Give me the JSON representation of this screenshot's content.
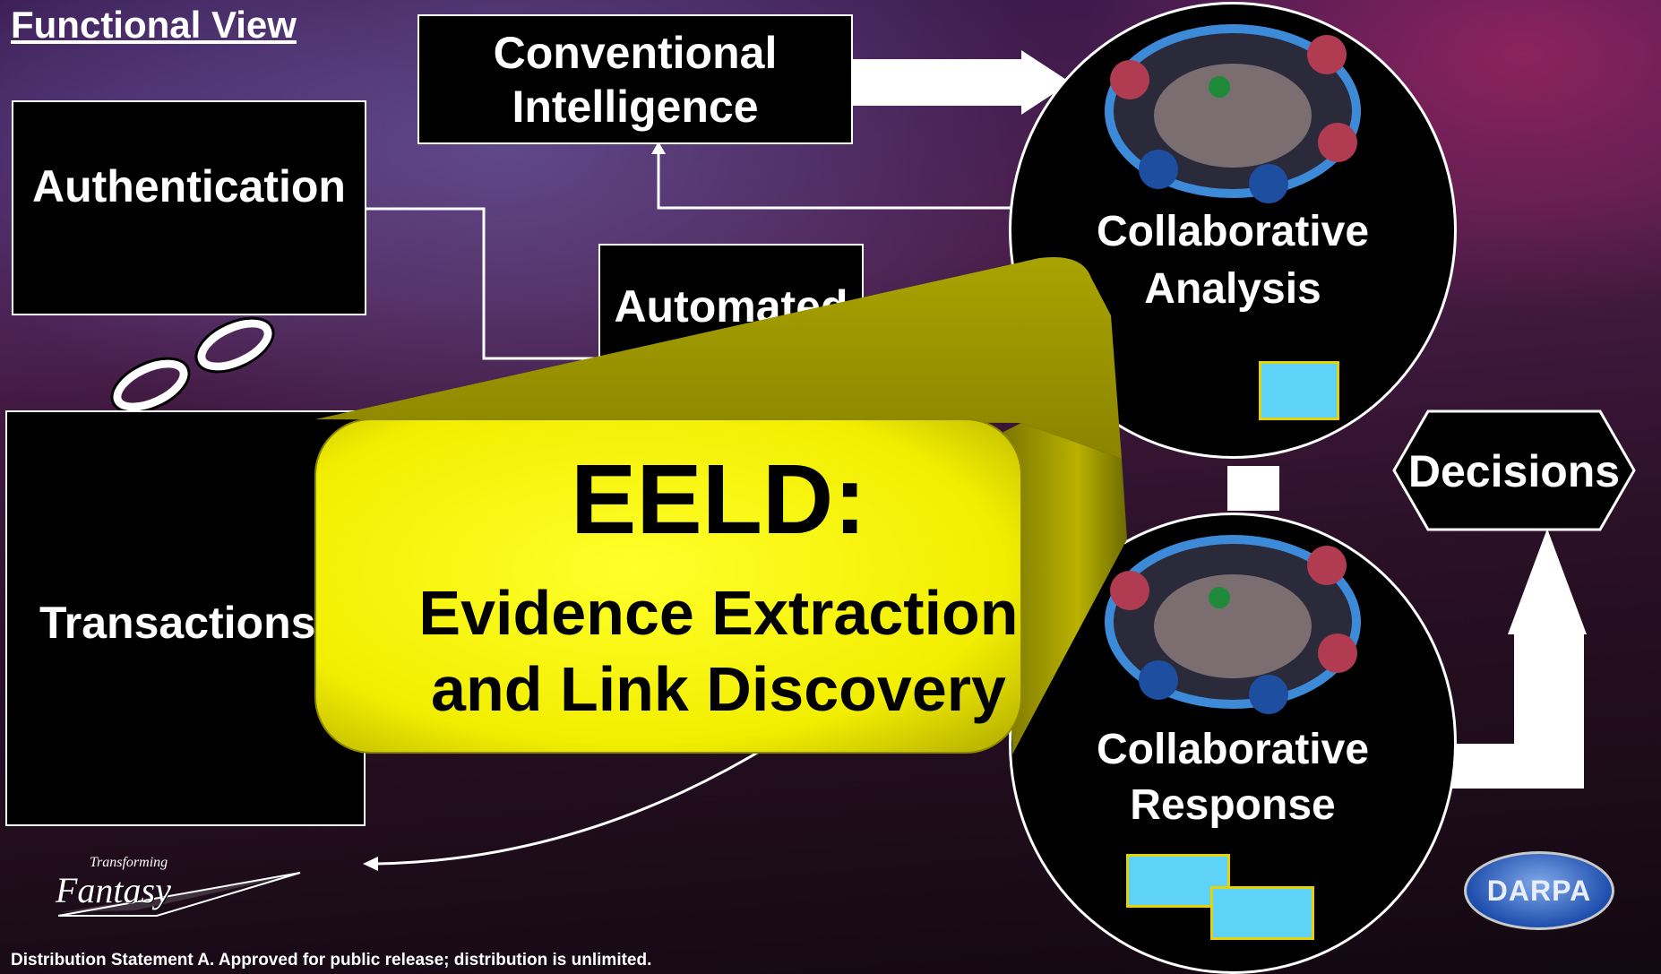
{
  "header": {
    "title": "Functional View"
  },
  "boxes": {
    "conventional_intelligence": "Conventional Intelligence",
    "authentication": "Authentication",
    "automated": "Automated",
    "transactions": "Transactions"
  },
  "circles": {
    "analysis": "Collaborative\nAnalysis",
    "response_line1": "Collaborative",
    "response_line2": "Response"
  },
  "decisions": "Decisions",
  "callout": {
    "heading": "EELD:",
    "line1": "Evidence Extraction",
    "line2": "and Link Discovery"
  },
  "logos": {
    "left_top": "Transforming",
    "left_main": "Fantasy",
    "right": "DARPA"
  },
  "footer": "Distribution Statement A. Approved for public release; distribution is unlimited.",
  "colors": {
    "callout_yellow": "#f4f000",
    "callout_shadow": "#9a9400",
    "cyan_panel": "#5fd3f7"
  }
}
